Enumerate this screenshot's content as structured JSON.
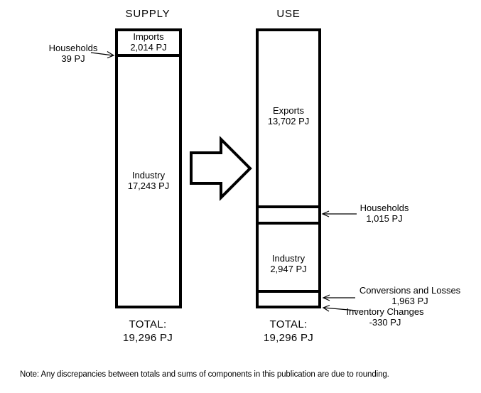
{
  "titles": {
    "supply": "SUPPLY",
    "use": "USE"
  },
  "supply": {
    "segments": {
      "imports": {
        "label": "Imports",
        "value": "2,014 PJ"
      },
      "industry": {
        "label": "Industry",
        "value": "17,243 PJ"
      }
    },
    "households": {
      "label": "Households",
      "value": "39 PJ"
    },
    "total": {
      "label": "TOTAL:",
      "value": "19,296 PJ"
    }
  },
  "use": {
    "segments": {
      "exports": {
        "label": "Exports",
        "value": "13,702 PJ"
      },
      "industry": {
        "label": "Industry",
        "value": "2,947 PJ"
      }
    },
    "households": {
      "label": "Households",
      "value": "1,015 PJ"
    },
    "conversions": {
      "label": "Conversions and Losses",
      "value": "1,963 PJ"
    },
    "inventory": {
      "label": "Inventory Changes",
      "value": "-330 PJ"
    },
    "total": {
      "label": "TOTAL:",
      "value": "19,296 PJ"
    }
  },
  "note": "Note: Any discrepancies between totals and sums of components in this publication are due to rounding.",
  "colors": {
    "stroke": "#000000",
    "background": "#ffffff"
  },
  "chart_data": {
    "type": "bar",
    "title": "",
    "unit": "PJ",
    "categories": [
      "SUPPLY",
      "USE"
    ],
    "series": [
      {
        "name": "SUPPLY",
        "components": [
          {
            "label": "Imports",
            "value": 2014
          },
          {
            "label": "Households",
            "value": 39
          },
          {
            "label": "Industry",
            "value": 17243
          }
        ],
        "total": 19296
      },
      {
        "name": "USE",
        "components": [
          {
            "label": "Exports",
            "value": 13702
          },
          {
            "label": "Households",
            "value": 1015
          },
          {
            "label": "Industry",
            "value": 2947
          },
          {
            "label": "Conversions and Losses",
            "value": 1963
          },
          {
            "label": "Inventory Changes",
            "value": -330
          }
        ],
        "total": 19296
      }
    ],
    "legend_position": "none",
    "grid": false,
    "note": "Note: Any discrepancies between totals and sums of components in this publication are due to rounding."
  }
}
